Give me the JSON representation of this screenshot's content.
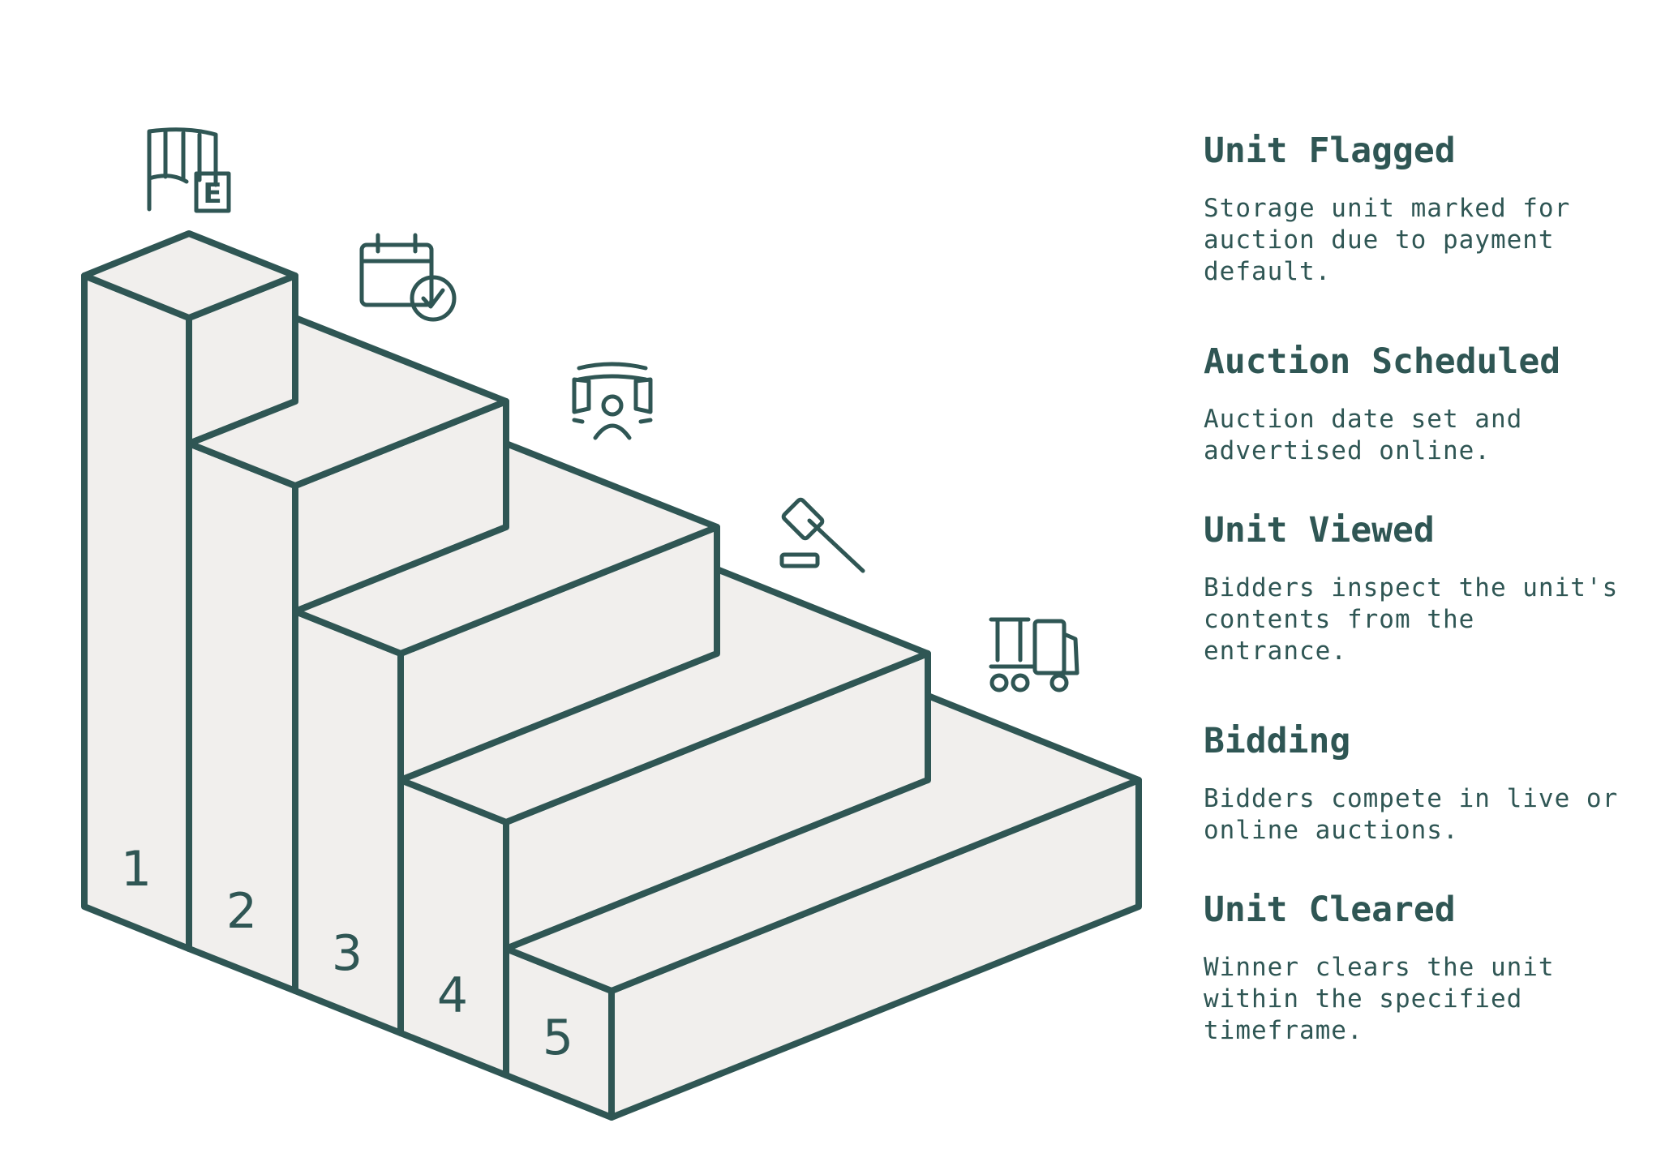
{
  "steps": [
    {
      "number": "1",
      "title": "Unit Flagged",
      "description": "Storage unit marked for auction due to payment default.",
      "icon": "flag-document-icon"
    },
    {
      "number": "2",
      "title": "Auction Scheduled",
      "description": "Auction date set and advertised online.",
      "icon": "calendar-check-icon"
    },
    {
      "number": "3",
      "title": "Unit Viewed",
      "description": "Bidders inspect the unit's contents from the entrance.",
      "icon": "viewer-icon"
    },
    {
      "number": "4",
      "title": "Bidding",
      "description": "Bidders compete in live or online auctions.",
      "icon": "gavel-icon"
    },
    {
      "number": "5",
      "title": "Unit Cleared",
      "description": "Winner clears the unit within the specified timeframe.",
      "icon": "forklift-truck-icon"
    }
  ],
  "icon_label": "E",
  "colors": {
    "stroke": "#2f5654",
    "face": "#f1efed",
    "background": "#ffffff"
  }
}
